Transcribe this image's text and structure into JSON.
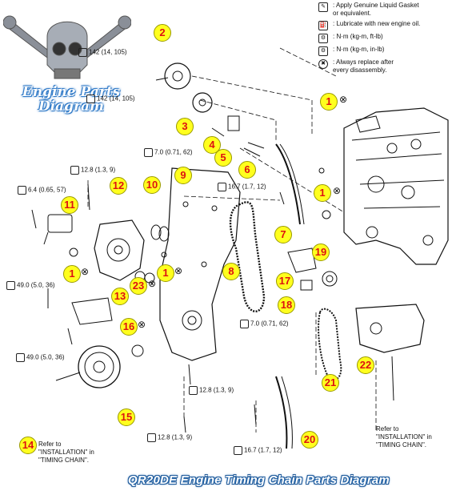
{
  "legend": [
    {
      "icon": "gasket-icon",
      "glyph": "✎",
      "text1": ": Apply Genuine Liquid Gasket",
      "text2": "or equivalent."
    },
    {
      "icon": "oil-can-icon",
      "glyph": "⛽",
      "text1": ": Lubricate with new engine oil.",
      "text2": ""
    },
    {
      "icon": "torque-icon",
      "glyph": "⚙",
      "text1": ": N·m (kg-m, ft-lb)",
      "text2": ""
    },
    {
      "icon": "torque-small-icon",
      "glyph": "⚙",
      "text1": ": N·m (kg-m, in-lb)",
      "text2": ""
    },
    {
      "icon": "replace-icon",
      "glyph": "✖",
      "text1": ": Always replace after",
      "text2": "every disassembly."
    }
  ],
  "logo": {
    "line1": "Engine Parts",
    "line2": "Diagram"
  },
  "torques": {
    "t142a": "142 (14, 105)",
    "t142b": "142 (14, 105)",
    "t70a": "7.0 (0.71, 62)",
    "t128a": "12.8 (1.3, 9)",
    "t64": "6.4 (0.65, 57)",
    "t167a": "16.7 (1.7, 12)",
    "t490a": "49.0 (5.0, 36)",
    "t490b": "49.0 (5.0, 36)",
    "t70b": "7.0 (0.71, 62)",
    "t128b": "12.8 (1.3, 9)",
    "t128c": "12.8 (1.3, 9)",
    "t167b": "16.7 (1.7, 12)"
  },
  "callouts": [
    "1",
    "1",
    "1",
    "1",
    "2",
    "3",
    "4",
    "5",
    "6",
    "7",
    "8",
    "9",
    "10",
    "11",
    "12",
    "13",
    "14",
    "15",
    "16",
    "17",
    "18",
    "19",
    "20",
    "21",
    "22",
    "23"
  ],
  "refer_left": {
    "l1": "Refer to",
    "l2": "\"INSTALLATION\" in",
    "l3": "\"TIMING CHAIN\"."
  },
  "refer_right": {
    "l1": "Refer to",
    "l2": "\"INSTALLATION\" in",
    "l3": "\"TIMING CHAIN\"."
  },
  "title": "QR20DE Engine Timing Chain Parts Diagram"
}
